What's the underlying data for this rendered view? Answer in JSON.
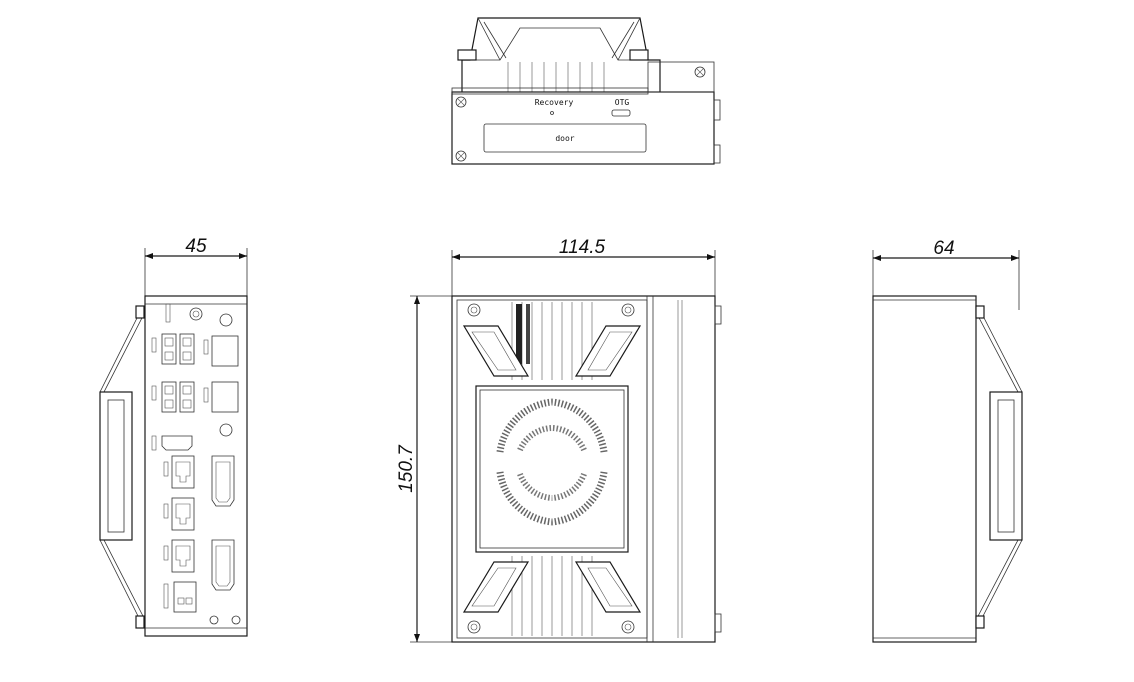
{
  "dimensions": {
    "side_width": "45",
    "front_width": "114.5",
    "front_height": "150.7",
    "right_width": "64"
  },
  "top_view": {
    "recovery_label": "Recovery",
    "otg_label": "OTG",
    "door_label": "door"
  },
  "colors": {
    "line": "#1a1a1a",
    "background": "#ffffff"
  },
  "icons": [
    "screw-icon",
    "usb-port-icon",
    "rj45-port-icon",
    "db9-port-icon",
    "hdmi-port-icon",
    "fan-grille-icon"
  ]
}
